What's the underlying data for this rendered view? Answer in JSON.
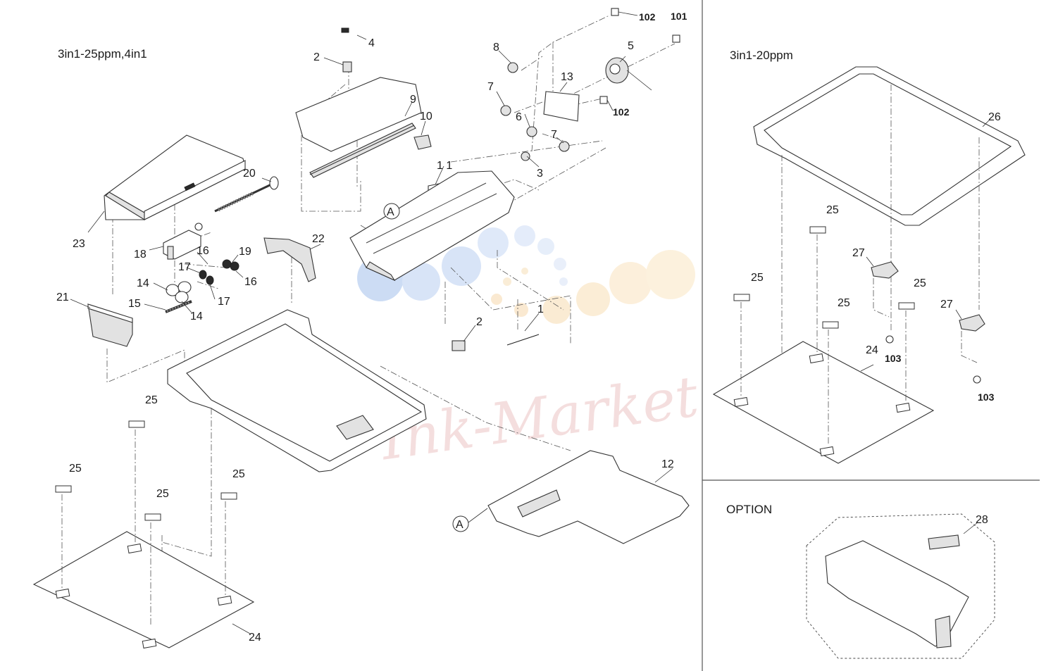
{
  "sections": {
    "left_title": "3in1-25ppm,4in1",
    "right_title": "3in1-20ppm",
    "option_title": "OPTION"
  },
  "callouts": {
    "n1": "1",
    "n2a": "2",
    "n2b": "2",
    "n3": "3",
    "n4": "4",
    "n5": "5",
    "n6": "6",
    "n7a": "7",
    "n7b": "7",
    "n8": "8",
    "n9": "9",
    "n10": "10",
    "n11": "1 1",
    "n12": "12",
    "n13": "13",
    "n14a": "14",
    "n14b": "14",
    "n15": "15",
    "n16a": "16",
    "n16b": "16",
    "n17a": "17",
    "n17b": "17",
    "n18": "18",
    "n19": "19",
    "n20": "20",
    "n21": "21",
    "n22": "22",
    "n23": "23",
    "n24a": "24",
    "n24b": "24",
    "n25a": "25",
    "n25b": "25",
    "n25c": "25",
    "n25d": "25",
    "n25e": "25",
    "n25f": "25",
    "n25g": "25",
    "n26": "26",
    "n27a": "27",
    "n27b": "27",
    "n28": "28",
    "s101": "101",
    "s102a": "102",
    "s102b": "102",
    "s103a": "103",
    "s103b": "103",
    "refA1": "A",
    "refA2": "A"
  },
  "watermark": {
    "text": "Ink-Market"
  }
}
